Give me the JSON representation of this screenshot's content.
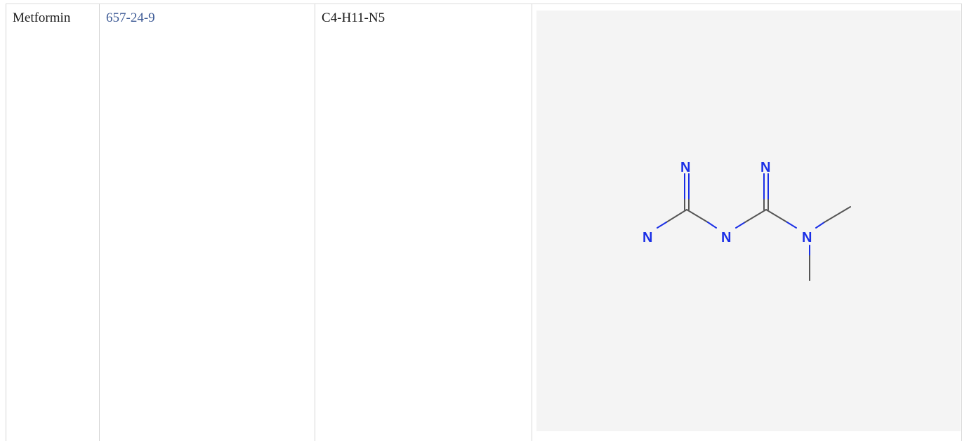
{
  "table": {
    "rows": [
      {
        "name": "Metformin",
        "cas_number": "657-24-9",
        "formula": "C4-H11-N5",
        "structure": {
          "atoms": [
            "N",
            "N",
            "N",
            "N",
            "N"
          ],
          "colors": {
            "nitrogen": "#1a2fe6",
            "carbon_bond": "#555555",
            "panel_bg": "#f4f4f4"
          }
        }
      }
    ]
  },
  "colors": {
    "link": "#3e5b96",
    "border": "#d6d6d6",
    "text": "#1a1a1a"
  }
}
